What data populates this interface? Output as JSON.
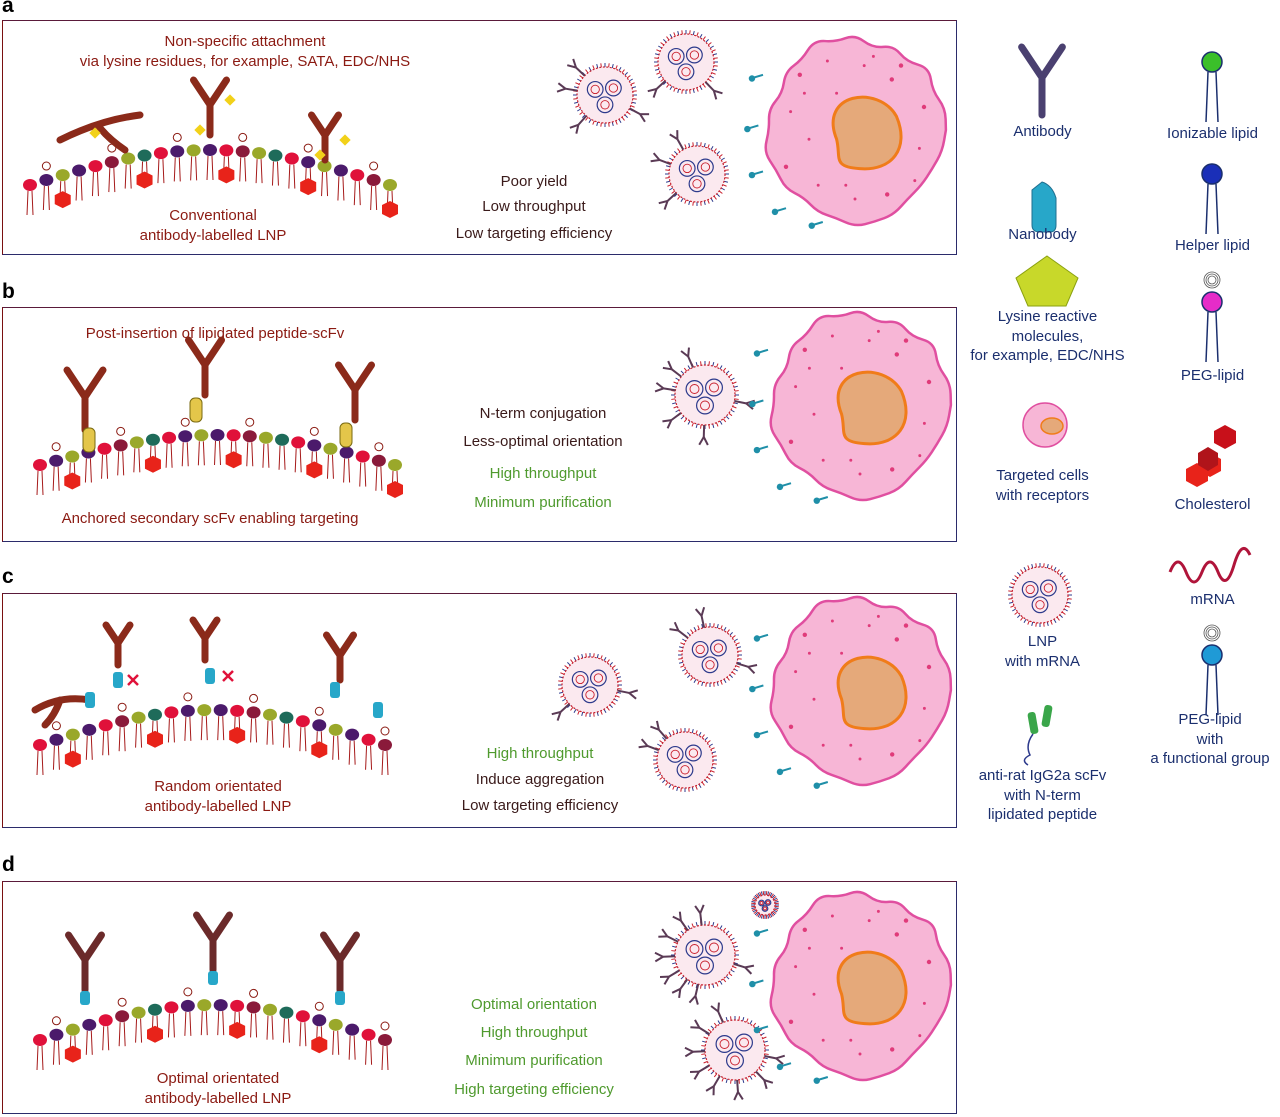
{
  "panels": {
    "a": {
      "letter": "a",
      "header_line1": "Non-specific attachment",
      "header_line2": "via lysine residues, for example, SATA, EDC/NHS",
      "caption_line1": "Conventional",
      "caption_line2": "antibody-labelled LNP",
      "outcomes": [
        "Poor yield",
        "Low throughput",
        "Low targeting efficiency"
      ]
    },
    "b": {
      "letter": "b",
      "header": "Post-insertion of lipidated peptide-scFv",
      "caption": "Anchored secondary scFv enabling targeting",
      "outcomes": [
        "N-term conjugation",
        "Less-optimal orientation",
        "High throughput",
        "Minimum purification"
      ]
    },
    "c": {
      "letter": "c",
      "caption_line1": "Random orientated",
      "caption_line2": "antibody-labelled LNP",
      "outcomes": [
        "High throughput",
        "Induce aggregation",
        "Low targeting efficiency"
      ]
    },
    "d": {
      "letter": "d",
      "caption_line1": "Optimal orientated",
      "caption_line2": "antibody-labelled LNP",
      "outcomes": [
        "Optimal orientation",
        "High throughput",
        "Minimum purification",
        "High targeting efficiency"
      ]
    }
  },
  "legend": {
    "antibody": "Antibody",
    "nanobody": "Nanobody",
    "lysine_line1": "Lysine reactive",
    "lysine_line2": "molecules,",
    "lysine_line3": "for example, EDC/NHS",
    "targeted_line1": "Targeted cells",
    "targeted_line2": "with receptors",
    "lnp_line1": "LNP",
    "lnp_line2": "with mRNA",
    "scfv_line1": "anti-rat IgG2a scFv",
    "scfv_line2": "with N-term",
    "scfv_line3": "lipidated peptide",
    "ionizable": "Ionizable lipid",
    "helper": "Helper lipid",
    "peg": "PEG-lipid",
    "cholesterol": "Cholesterol",
    "mrna": "mRNA",
    "pegfg_line1": "PEG-lipid",
    "pegfg_line2": "with",
    "pegfg_line3": "a functional group"
  },
  "colors": {
    "dark_red": "#8b1a12",
    "green": "#4f9a2e",
    "navy": "#1b2f6e",
    "cell_pink": "#f7b6d6",
    "nucleus": "#e5a97a"
  }
}
